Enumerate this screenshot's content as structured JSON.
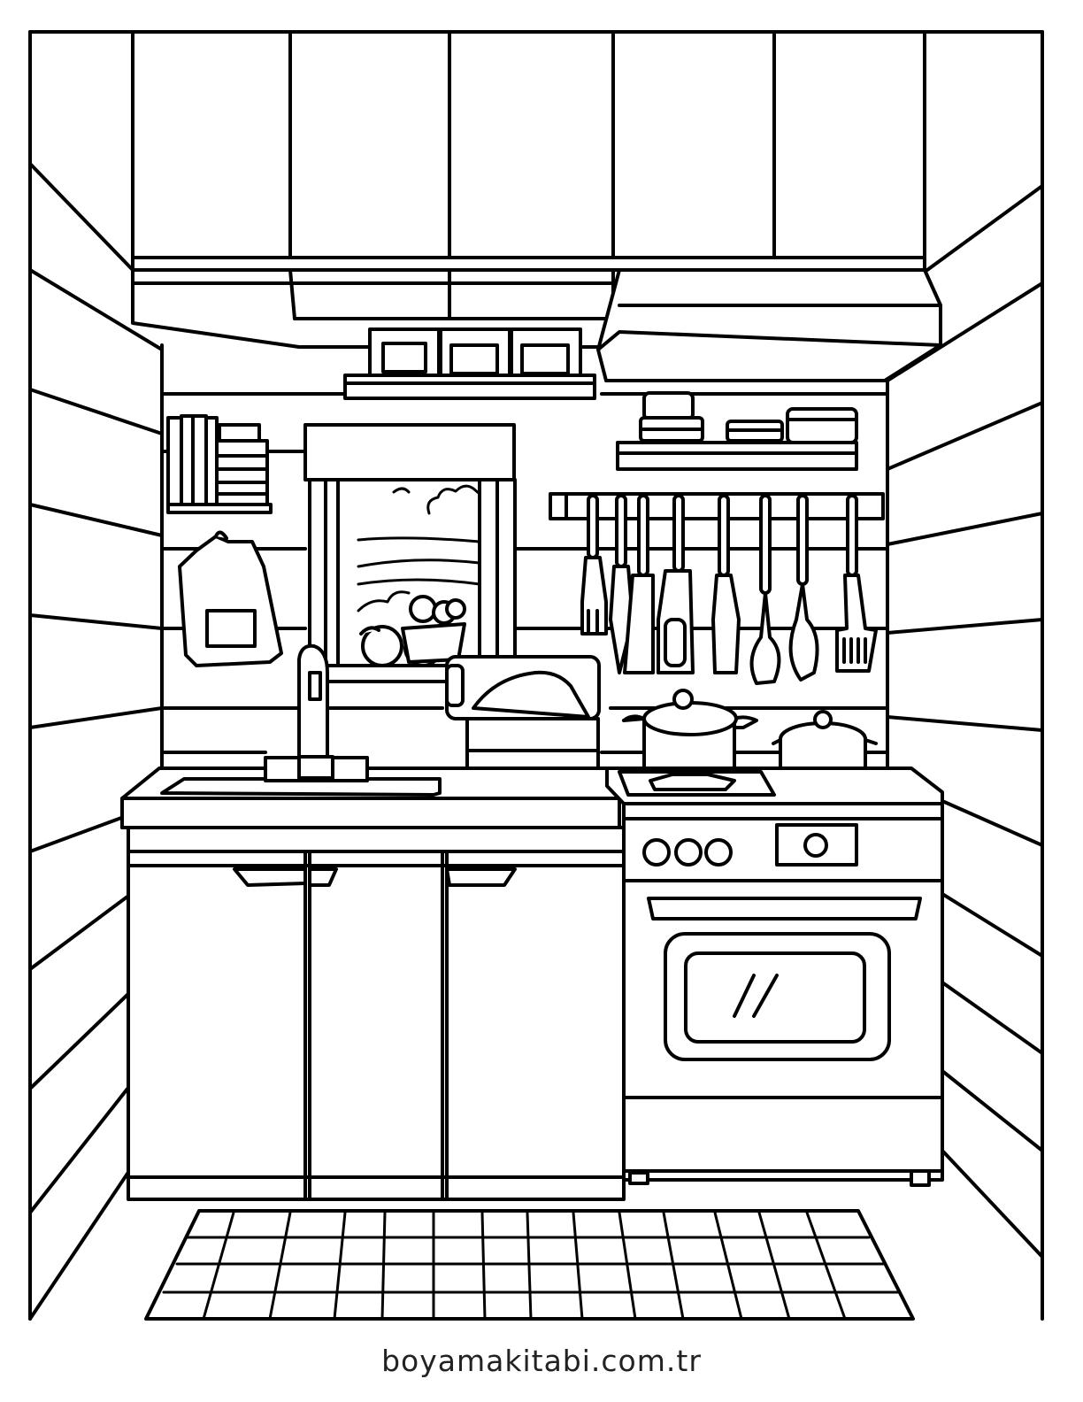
{
  "page": {
    "website_footer": "boyamakitabi.com.tr"
  },
  "colors": {
    "line": "#000000",
    "paper": "#ffffff",
    "footer_text": "#222222"
  },
  "drawing": {
    "subject": "kitchen coloring page",
    "elements": [
      "upper-cabinets",
      "range-hood",
      "wall-shelf-with-jars",
      "book-shelf",
      "window-with-curtain",
      "oven-mitt",
      "utensil-rail",
      "sink-and-faucet",
      "bread-box",
      "cooking-pots",
      "stove-and-oven",
      "lower-cabinets",
      "floor-rug"
    ]
  }
}
